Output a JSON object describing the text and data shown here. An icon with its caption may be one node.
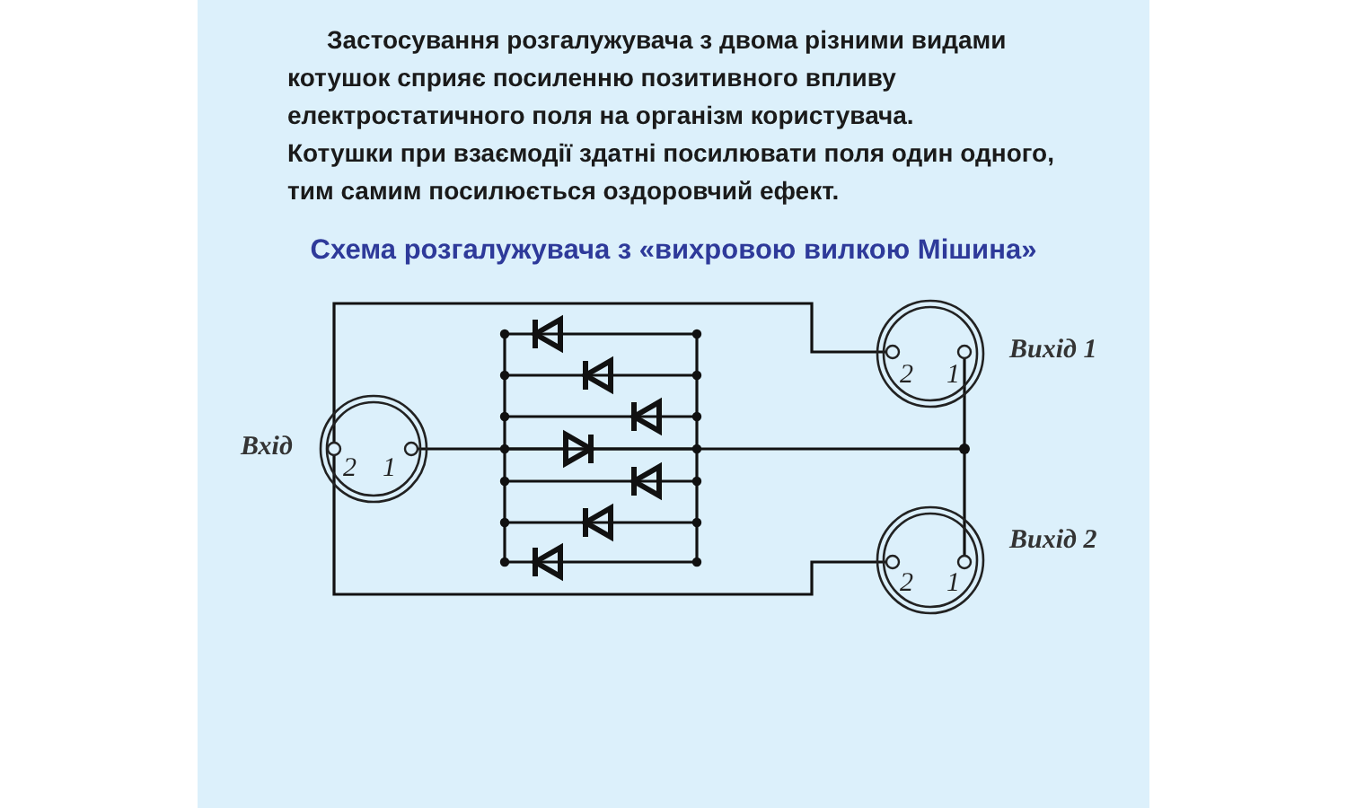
{
  "diagram": {
    "title": "Схема розгалужувача з «вихровою вилкою Мішина»",
    "nodes": [
      {
        "text": [
          "2",
          "1"
        ],
        "beside": [
          "Вхід"
        ]
      },
      {
        "text": [
          "2",
          "1"
        ],
        "beside": [
          "Вихід 1"
        ]
      },
      {
        "text": [
          "2",
          "1"
        ],
        "beside": [
          "Вихід 2"
        ]
      }
    ],
    "labels": [
      "Застосування розгалужувача з двома різними видами котушок сприяє посиленню позитивного впливу електростатичного поля на організм користувача.",
      "Котушки при взаємодії здатні посилювати поля один одного, тим самим посилюється оздоровчий ефект."
    ]
  }
}
